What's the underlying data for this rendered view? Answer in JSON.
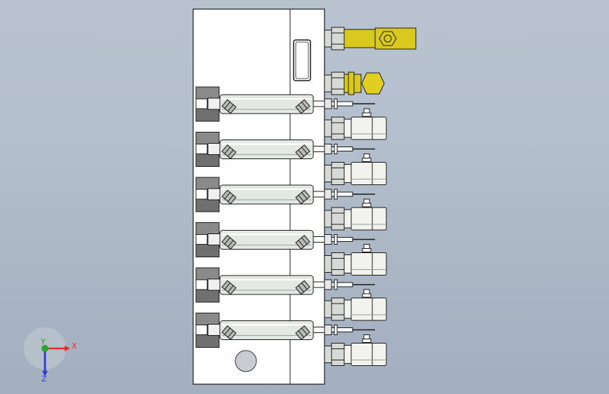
{
  "viewport": {
    "background_top": "#b9c3d0",
    "background_bottom": "#a3afbf"
  },
  "model": {
    "panel_color": "#ffffff",
    "outline_color": "#1a1a1a",
    "tube_color": "#e3e8e4",
    "fitting_color": "#d6d9d6",
    "valve_color": "#f2f2ee",
    "brass_color": "#d9c81e",
    "dark_block_color": "#777777",
    "row_count": 6
  },
  "triad": {
    "x_label": "X",
    "y_label": "Y",
    "z_label": "Z",
    "x_color": "#e03030",
    "y_color": "#2fa12f",
    "z_color": "#3040d0"
  }
}
